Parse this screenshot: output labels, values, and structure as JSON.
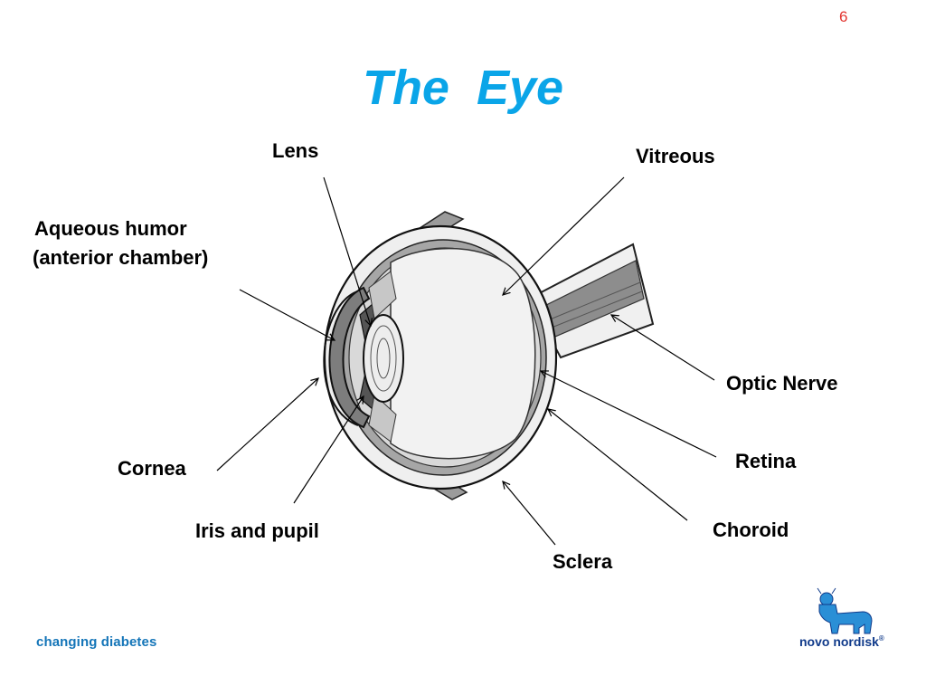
{
  "slide": {
    "page_number": "6",
    "title": "The  Eye"
  },
  "labels": {
    "lens": "Lens",
    "vitreous": "Vitreous",
    "aqueous_line1": "Aqueous humor",
    "aqueous_line2": "(anterior chamber)",
    "optic_nerve": "Optic Nerve",
    "retina": "Retina",
    "cornea": "Cornea",
    "choroid": "Choroid",
    "iris_pupil": "Iris and pupil",
    "sclera": "Sclera"
  },
  "footer": {
    "tagline": "changing diabetes",
    "brand": "novo nordisk",
    "registered": "®"
  },
  "colors": {
    "title": "#0aa5e8",
    "page_number": "#e3342f",
    "tagline": "#1475b8",
    "brand": "#103a8a",
    "logo_icon": "#2a8fd6"
  }
}
